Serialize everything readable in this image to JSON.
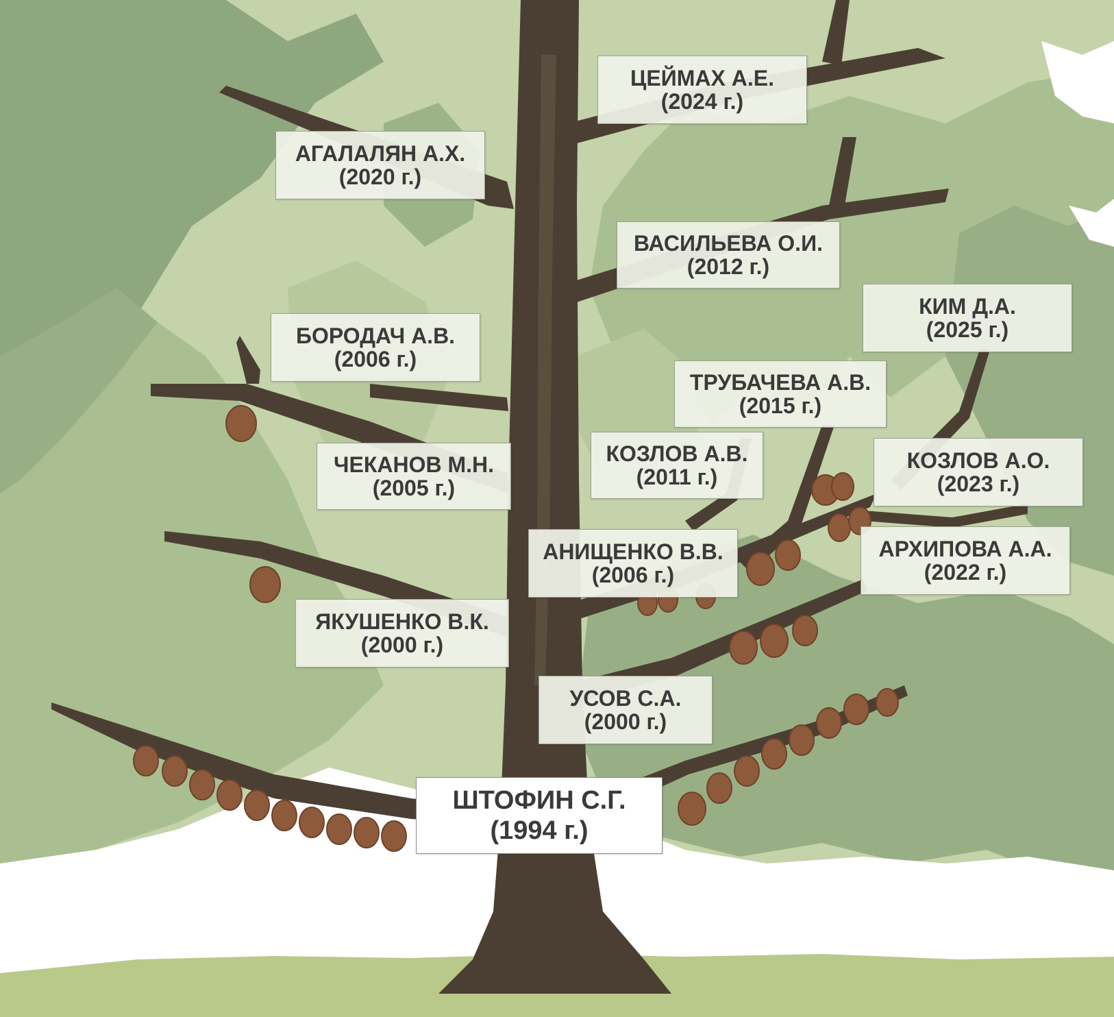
{
  "tree": {
    "colors": {
      "background_light": "#c4d3a9",
      "foliage_mid": "#a9bf91",
      "foliage_dark": "#8fa77f",
      "trunk": "#4b3f33",
      "cone": "#8e5a3c",
      "label_bg": "#f0f2e8",
      "label_text": "#3a3a3a"
    },
    "root": {
      "name": "ШТОФИН С.Г.",
      "year": "(1994 г.)"
    },
    "members": [
      {
        "name": "ЦЕЙМАХ А.Е.",
        "year": "(2024 г.)"
      },
      {
        "name": "АГАЛАЛЯН А.Х.",
        "year": "(2020 г.)"
      },
      {
        "name": "ВАСИЛЬЕВА О.И.",
        "year": "(2012 г.)"
      },
      {
        "name": "КИМ Д.А.",
        "year": "(2025 г.)"
      },
      {
        "name": "БОРОДАЧ А.В.",
        "year": "(2006 г.)"
      },
      {
        "name": "ТРУБАЧЕВА А.В.",
        "year": "(2015 г.)"
      },
      {
        "name": "ЧЕКАНОВ М.Н.",
        "year": "(2005 г.)"
      },
      {
        "name": "КОЗЛОВ А.В.",
        "year": "(2011 г.)"
      },
      {
        "name": "КОЗЛОВ А.О.",
        "year": "(2023 г.)"
      },
      {
        "name": "АНИЩЕНКО В.В.",
        "year": "(2006 г.)"
      },
      {
        "name": "АРХИПОВА А.А.",
        "year": "(2022 г.)"
      },
      {
        "name": "ЯКУШЕНКО В.К.",
        "year": "(2000 г.)"
      },
      {
        "name": "УСОВ С.А.",
        "year": "(2000 г.)"
      }
    ]
  }
}
